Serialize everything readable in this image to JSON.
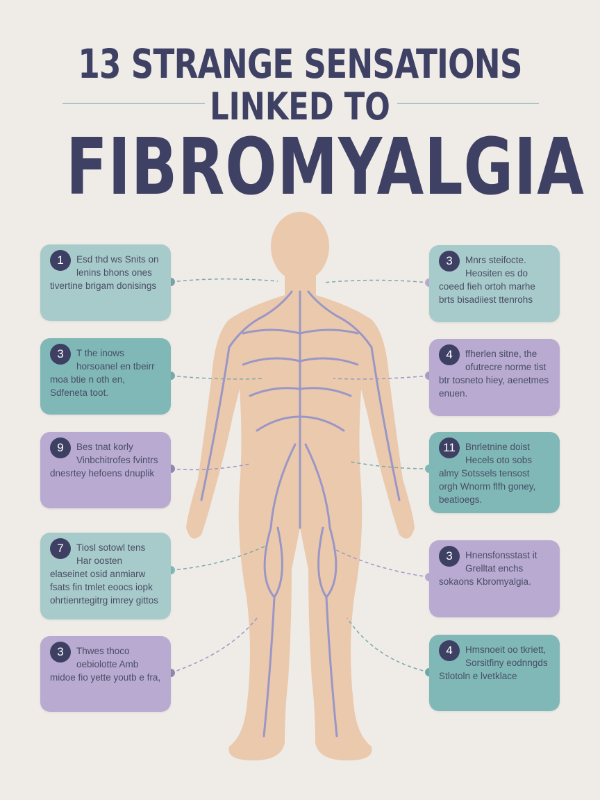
{
  "title": {
    "line1": "13 STRANGE SENSATIONS",
    "line2": "LINKED TO",
    "line3": "FIBROMYALGIA"
  },
  "colors": {
    "title": "#3e4163",
    "background": "#efebe7",
    "light_teal": "#a7cbcb",
    "teal": "#7fb8b7",
    "purple": "#b8aad1",
    "badge": "#3d3f63",
    "skin": "#eac9ad",
    "veins": "#9a96c6"
  },
  "left_items": [
    {
      "number": "1",
      "text": "Esd thd ws Snits on lenins bhons ones tivertine brigam donisings"
    },
    {
      "number": "3",
      "text": "T the inows horsoanel en tbeirr moa btie n oth en, Sdfeneta toot."
    },
    {
      "number": "9",
      "text": "Bes tnat korly Vinbchitrofes fvintrs dnesrtey hefoens dnuplik"
    },
    {
      "number": "7",
      "text": "Tiosl sotowl tens Har oosten elaseinet osid anmiarw fsats fin tmlet eoocs iopk ohrtienrtegitrg imrey gittos"
    },
    {
      "number": "3",
      "text": "Thwes thoco oebiolotte Amb midoe fio yette youtb e fra,"
    }
  ],
  "right_items": [
    {
      "number": "3",
      "text": "Mnrs steifocte. Heositen es do coeed fieh ortoh marhe brts bisadiiest ttenrohs"
    },
    {
      "number": "4",
      "text": "ffherlen sitne, the ofutrecre norme tist btr tosneto hiey, aenetmes enuen."
    },
    {
      "number": "11",
      "text": "Bnrletnine doist Hecels oto sobs almy Sotssels tensost orgh Wnorm flfh goney, beatioegs."
    },
    {
      "number": "3",
      "text": "Hnensfonsstast it Grelltat enchs sokaons Kbromyalgia."
    },
    {
      "number": "4",
      "text": "Hmsnoeit oo tkriett, Sorsitfiny eodnngds Stlotoln e lvetklace"
    }
  ]
}
